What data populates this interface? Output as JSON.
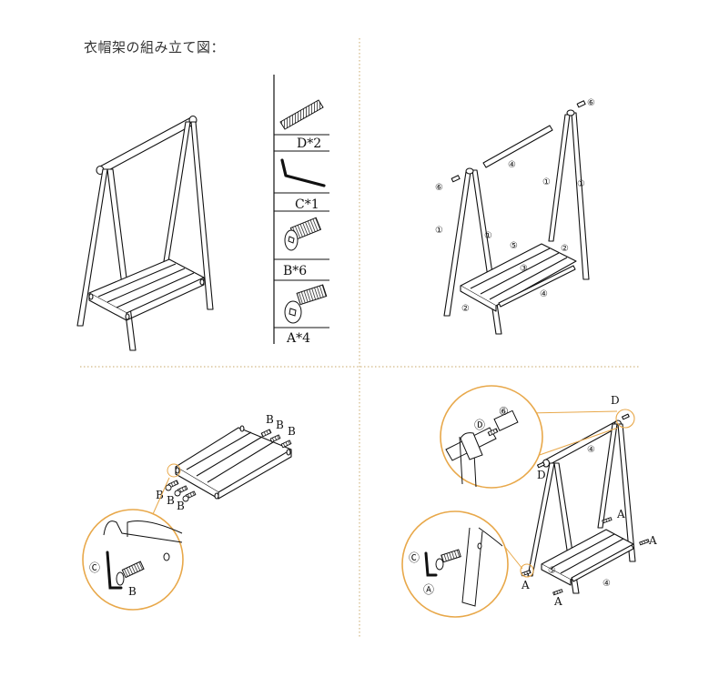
{
  "title": "衣帽架の組み立て図：",
  "parts": [
    {
      "name": "D",
      "count_label": "D*2"
    },
    {
      "name": "C",
      "count_label": "C*1"
    },
    {
      "name": "B",
      "count_label": "B*6"
    },
    {
      "name": "A",
      "count_label": "A*4"
    }
  ],
  "labels": {
    "one": "①",
    "two": "②",
    "three": "③",
    "four": "④",
    "five": "⑤",
    "six": "⑥",
    "A": "A",
    "B": "B",
    "C": "C",
    "D": "D",
    "circA": "Ⓐ",
    "circC": "Ⓒ",
    "circD": "Ⓓ"
  },
  "colors": {
    "line": "#111111",
    "divider": "#c8a86a",
    "zoom_circle": "#e8a84a"
  }
}
